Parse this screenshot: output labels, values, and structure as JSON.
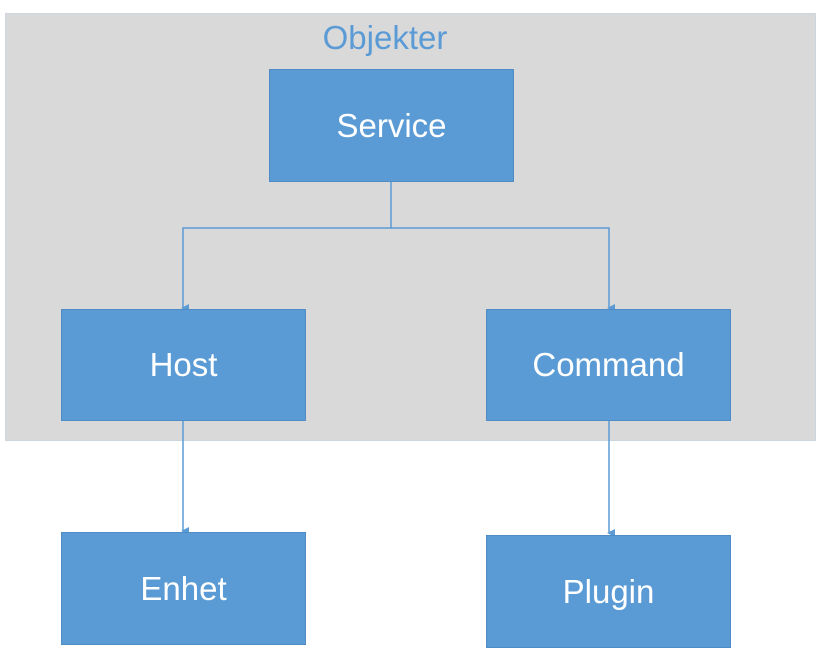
{
  "group": {
    "title": "Objekter"
  },
  "nodes": {
    "service": "Service",
    "host": "Host",
    "command": "Command",
    "enhet": "Enhet",
    "plugin": "Plugin"
  },
  "colors": {
    "node_fill": "#5b9bd5",
    "node_text": "#ffffff",
    "group_fill": "#d9d9d9",
    "title_text": "#5b9bd5",
    "connector": "#5b9bd5"
  }
}
